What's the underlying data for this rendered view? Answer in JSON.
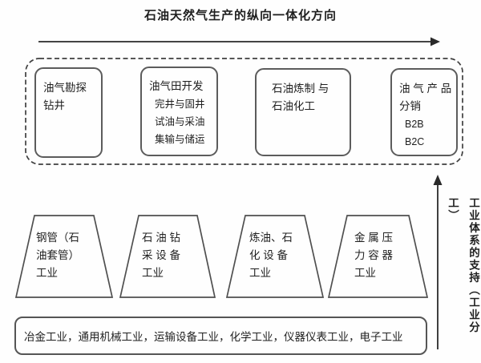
{
  "title": "石油天然气生产的纵向一体化方向",
  "icons": {
    "top_arrow": "rightward-arrow",
    "side_arrow": "upward-arrow"
  },
  "colors": {
    "line": "#2a2a2a",
    "box_border": "#5c5c5c",
    "dashed_border": "#3f3f3f",
    "text": "#1f1f1f",
    "background": "#fefefe"
  },
  "chain": {
    "stages": [
      {
        "main": [
          "油气勘探",
          "钻井"
        ],
        "sub": []
      },
      {
        "main": [
          "油气田开发"
        ],
        "sub": [
          "完井与固井",
          "试油与采油",
          "集输与储运"
        ]
      },
      {
        "main": [
          "石油炼制 与",
          "石油化工"
        ],
        "sub": []
      },
      {
        "main": [
          "油 气 产 品",
          "分销"
        ],
        "sub": [
          "B2B",
          "B2C"
        ]
      }
    ]
  },
  "industries": [
    {
      "lines": [
        "钢管（石",
        "油套管）",
        "工业"
      ]
    },
    {
      "lines": [
        "石 油 钻",
        "采 设 备",
        "工业"
      ]
    },
    {
      "lines": [
        "炼油、石",
        "化 设 备",
        "工业"
      ]
    },
    {
      "lines": [
        "金 属 压",
        "力 容 器",
        "工业"
      ]
    }
  ],
  "side_label": "工业体系的支持（工业分工）",
  "bottom_strip": "冶金工业，通用机械工业，运输设备工业，化学工业，仪器仪表工业，电子工业"
}
